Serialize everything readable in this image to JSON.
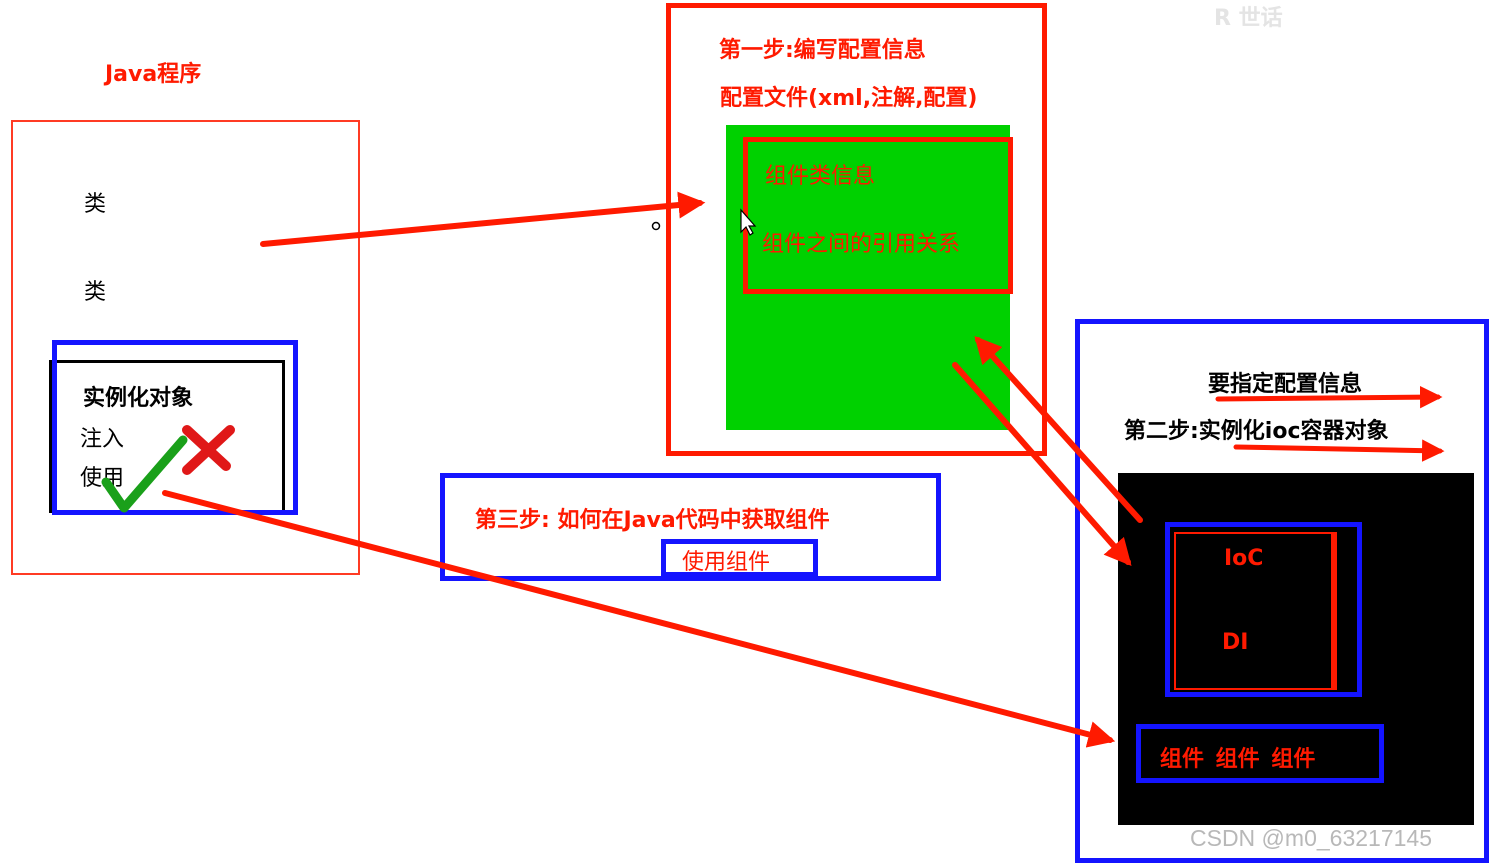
{
  "java_program": {
    "title": "Java程序",
    "class_1": "类",
    "class_2": "类",
    "instantiate": "实例化对象",
    "inject": "注入",
    "use": "使用"
  },
  "step1": {
    "title": "第一步:编写配置信息",
    "subtitle": "配置文件(xml,注解,配置)",
    "component_info": "组件类信息",
    "component_refs": "组件之间的引用关系"
  },
  "step2": {
    "hint": "要指定配置信息",
    "title": "第二步:实例化ioc容器对象",
    "ioc": "IoC",
    "di": "DI",
    "components": "组件  组件  组件"
  },
  "step3": {
    "title": "第三步: 如何在Java代码中获取组件",
    "use_component": "使用组件"
  },
  "watermark": {
    "bottom": "CSDN @m0_63217145",
    "top": "R 世话"
  },
  "colors": {
    "red": "#ff1a00",
    "blue": "#1414ff",
    "green": "#00d100",
    "black": "#000000"
  }
}
